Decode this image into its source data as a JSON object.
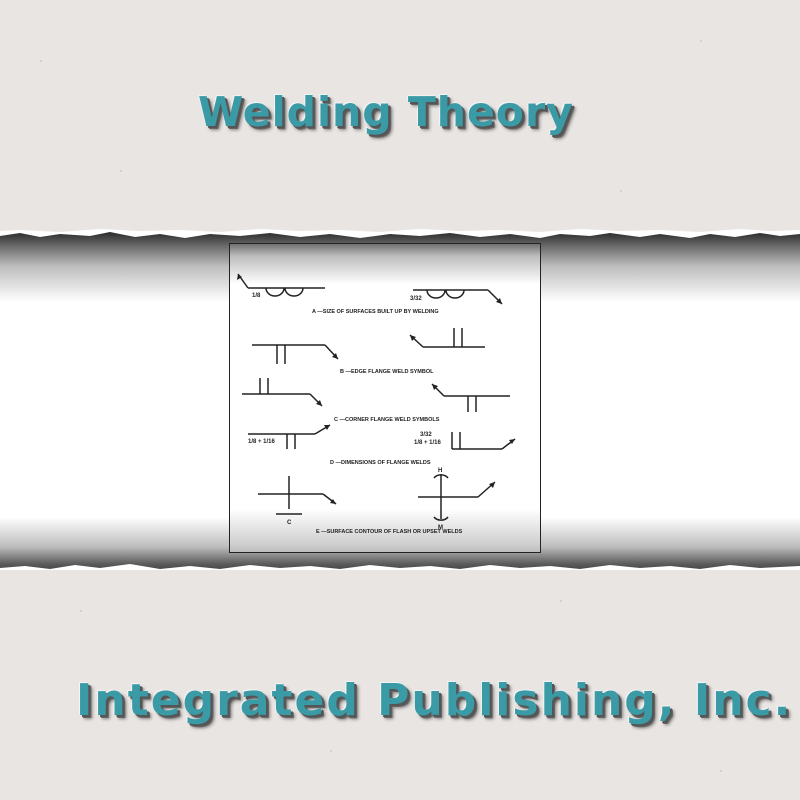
{
  "cover": {
    "title": "Welding Theory",
    "publisher": "Integrated Publishing, Inc.",
    "title_color": "#3a9aa6",
    "paper_color": "#e9e5e3"
  },
  "diagram": {
    "panels": [
      {
        "id": "A",
        "caption": "A —SIZE OF SURFACES BUILT UP BY WELDING",
        "dims": [
          "1/8",
          "3/32"
        ]
      },
      {
        "id": "B",
        "caption": "B —EDGE FLANGE WELD SYMBOL",
        "dims": []
      },
      {
        "id": "C",
        "caption": "C —CORNER FLANGE WELD SYMBOLS",
        "dims": []
      },
      {
        "id": "D",
        "caption": "D —DIMENSIONS OF FLANGE WELDS",
        "dims": [
          "1/8 + 1/16",
          "3/32",
          "1/8 + 1/16"
        ]
      },
      {
        "id": "E",
        "caption": "E —SURFACE CONTOUR OF FLASH OR UPSET WELDS",
        "dims": [
          "C",
          "H",
          "M"
        ]
      }
    ]
  }
}
